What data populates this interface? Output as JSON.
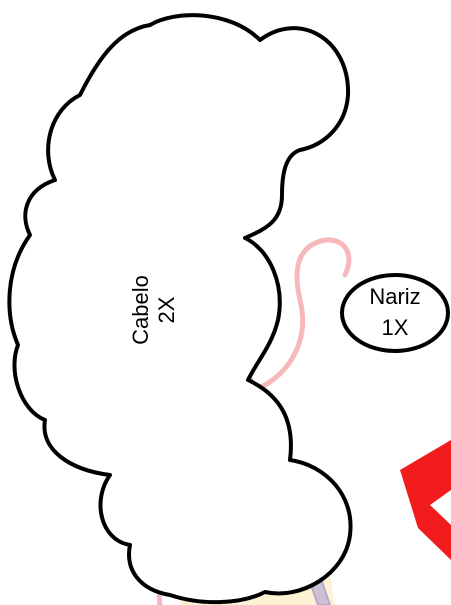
{
  "pattern_pieces": [
    {
      "name": "Cabelo",
      "quantity": "2X"
    },
    {
      "name": "Nariz",
      "quantity": "1X"
    }
  ],
  "colors": {
    "outline": "#000000",
    "thread": "#f7b8bc",
    "needle": "#cdbfd6",
    "watermark_red": "#f21c1c",
    "fabric_cream": "#fdf3d4"
  },
  "watermark": {
    "visible_letter": "F"
  }
}
